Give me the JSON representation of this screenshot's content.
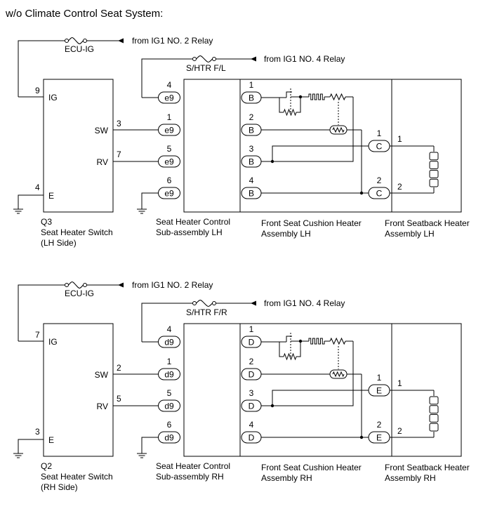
{
  "title": "w/o Climate Control Seat System:",
  "sections": [
    {
      "id": "lh",
      "ecu_fuse": "ECU-IG",
      "ecu_source": "from IG1 NO. 2 Relay",
      "htr_fuse": "S/HTR F/L",
      "htr_source": "from IG1 NO. 4 Relay",
      "switch": {
        "code": "Q3",
        "name_line1": "Seat Heater Switch",
        "name_line2": "(LH Side)",
        "pins": [
          {
            "label": "IG",
            "num": "9"
          },
          {
            "label": "SW",
            "num": "3"
          },
          {
            "label": "RV",
            "num": "7"
          },
          {
            "label": "E",
            "num": "4"
          }
        ]
      },
      "controller": {
        "name_line1": "Seat Heater Control",
        "name_line2": "Sub-assembly LH",
        "connector": "e9",
        "pins": [
          "4",
          "1",
          "5",
          "6"
        ]
      },
      "cushion": {
        "name_line1": "Front Seat Cushion Heater",
        "name_line2": "Assembly LH",
        "connector": "B",
        "pins": [
          "1",
          "2",
          "3",
          "4"
        ],
        "link_connector": "C",
        "link_pins": [
          "1",
          "2"
        ]
      },
      "seatback": {
        "name_line1": "Front Seatback Heater",
        "name_line2": "Assembly LH",
        "pins": [
          "1",
          "2"
        ]
      }
    },
    {
      "id": "rh",
      "ecu_fuse": "ECU-IG",
      "ecu_source": "from IG1 NO. 2 Relay",
      "htr_fuse": "S/HTR F/R",
      "htr_source": "from IG1 NO. 4 Relay",
      "switch": {
        "code": "Q2",
        "name_line1": "Seat Heater Switch",
        "name_line2": "(RH Side)",
        "pins": [
          {
            "label": "IG",
            "num": "7"
          },
          {
            "label": "SW",
            "num": "2"
          },
          {
            "label": "RV",
            "num": "5"
          },
          {
            "label": "E",
            "num": "3"
          }
        ]
      },
      "controller": {
        "name_line1": "Seat Heater Control",
        "name_line2": "Sub-assembly RH",
        "connector": "d9",
        "pins": [
          "4",
          "1",
          "5",
          "6"
        ]
      },
      "cushion": {
        "name_line1": "Front Seat Cushion Heater",
        "name_line2": "Assembly RH",
        "connector": "D",
        "pins": [
          "1",
          "2",
          "3",
          "4"
        ],
        "link_connector": "E",
        "link_pins": [
          "1",
          "2"
        ]
      },
      "seatback": {
        "name_line1": "Front Seatback Heater",
        "name_line2": "Assembly RH",
        "pins": [
          "1",
          "2"
        ]
      }
    }
  ]
}
